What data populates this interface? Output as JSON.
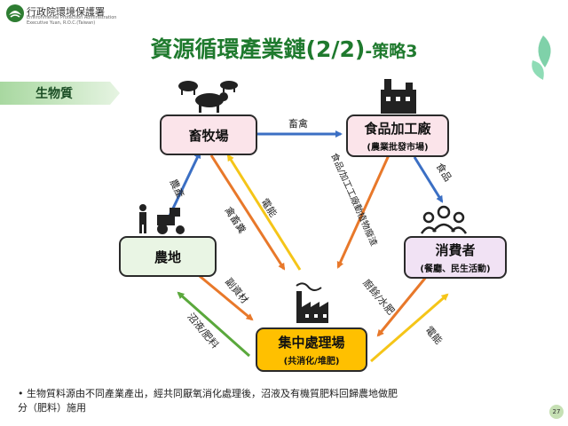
{
  "header": {
    "agency_name": "行政院環境保護署",
    "agency_name_en_line1": "Environmental Protection Administration",
    "agency_name_en_line2": "Executive Yuan, R.O.C.(Taiwan)"
  },
  "title": {
    "main": "資源循環產業鏈(2/2)",
    "sub": "-策略3"
  },
  "section_label": "生物質",
  "nodes": {
    "livestock_farm": {
      "title": "畜牧場"
    },
    "food_factory": {
      "title": "食品加工廠",
      "subtitle": "(農業批發市場)"
    },
    "farmland": {
      "title": "農地"
    },
    "consumer": {
      "title": "消費者",
      "subtitle": "(餐廳、民生活動)"
    },
    "central_plant": {
      "title": "集中處理場",
      "subtitle": "(共消化/堆肥)"
    }
  },
  "flows": {
    "livestock_to_factory": "畜禽",
    "farmland_to_livestock": "農產",
    "livestock_to_plant": "禽畜糞",
    "plant_to_livestock": "電能",
    "factory_to_plant": "食品/加工工廠動植物廢渣",
    "factory_to_consumer": "食品",
    "farmland_to_plant": "副資材",
    "plant_to_farmland": "沼液/肥料",
    "consumer_to_plant": "廚餘/水肥",
    "plant_to_consumer": "電能"
  },
  "footer": {
    "bullet": "生物質料源由不同產業產出，經共同厭氧消化處理後，沼液及有機質肥料回歸農地做肥分（肥料）施用",
    "page_number": "27"
  },
  "colors": {
    "title_green": "#1f7a2e",
    "blue_arrow": "#3b6fc4",
    "orange_arrow": "#e8782a",
    "yellow_arrow": "#f5c518",
    "green_arrow": "#5aa83c"
  }
}
